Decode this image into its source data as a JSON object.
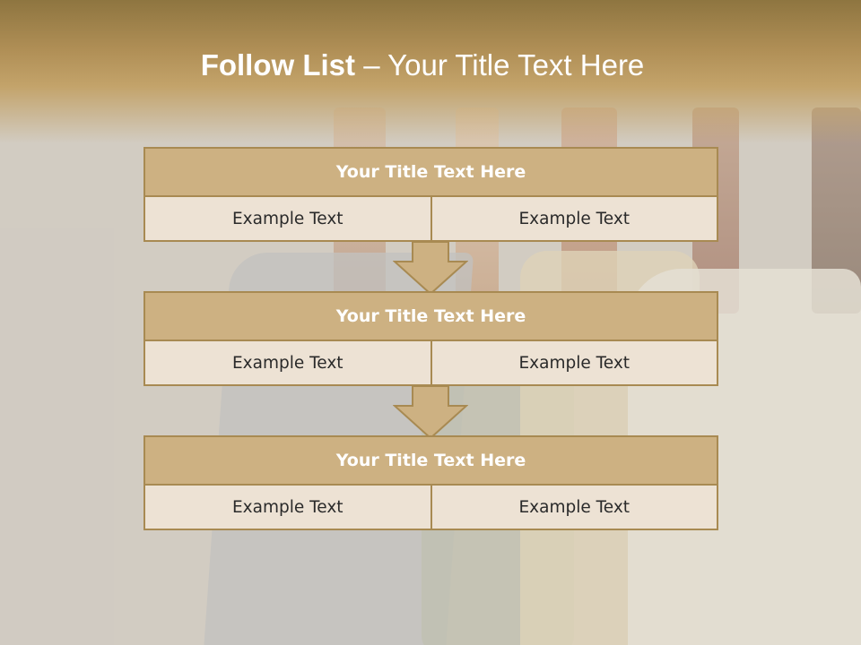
{
  "slide": {
    "title_bold": "Follow List",
    "title_rest": " – Your Title Text Here"
  },
  "blocks": [
    {
      "heading": "Your Title Text Here",
      "left": "Example Text",
      "right": "Example Text"
    },
    {
      "heading": "Your Title Text Here",
      "left": "Example Text",
      "right": "Example Text"
    },
    {
      "heading": "Your Title Text Here",
      "left": "Example Text",
      "right": "Example Text"
    }
  ],
  "colors": {
    "header_fill": "#cdb182",
    "cell_fill": "#ede2d4",
    "border": "#a88a52",
    "arrow_fill": "#cdb182"
  },
  "icons": {
    "connector": "down-arrow-icon"
  }
}
